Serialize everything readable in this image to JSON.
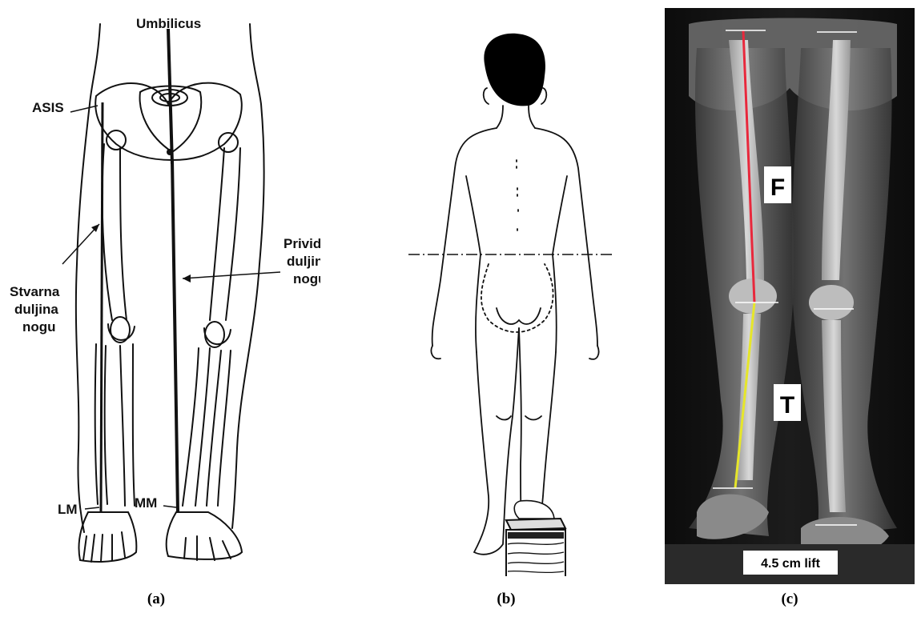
{
  "panel_a": {
    "labels": {
      "umbilicus": "Umbilicus",
      "asis": "ASIS",
      "true_length": [
        "Stvarna",
        "duljina",
        "nogu"
      ],
      "apparent_length": [
        "Prividna",
        "duljina",
        "nogu"
      ],
      "lm": "LM",
      "mm": "MM"
    },
    "caption": "(a)"
  },
  "panel_b": {
    "caption": "(b)"
  },
  "panel_c": {
    "labels": {
      "femur": "F",
      "tibia": "T",
      "lift": "4.5 cm lift"
    },
    "colors": {
      "femur_line": "#e8283c",
      "tibia_line": "#e6e62a",
      "marks": "#ffffff"
    },
    "caption": "(c)"
  }
}
